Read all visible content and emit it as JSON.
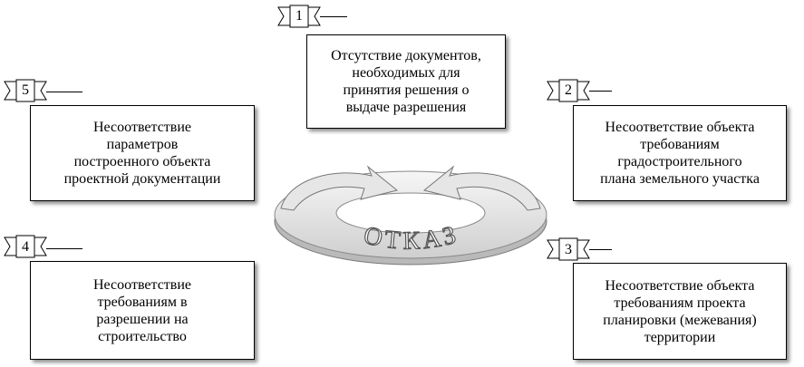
{
  "center": {
    "label": "ОТКАЗ"
  },
  "cards": [
    {
      "num": "1",
      "text": "Отсутствие документов,\nнеобходимых для\nпринятия решения о\nвыдаче разрешения"
    },
    {
      "num": "2",
      "text": "Несоответствие объекта\nтребованиям\nградостроительного\nплана  земельного участка"
    },
    {
      "num": "3",
      "text": "Несоответствие объекта\nтребованиям проекта\nпланировки (межевания)\nтерритории"
    },
    {
      "num": "4",
      "text": "Несоответствие\nтребованиям в\nразрешении на\nстроительство"
    },
    {
      "num": "5",
      "text": "Несоответствие\nпараметров\nпостроенного объекта\nпроектной документации"
    }
  ]
}
